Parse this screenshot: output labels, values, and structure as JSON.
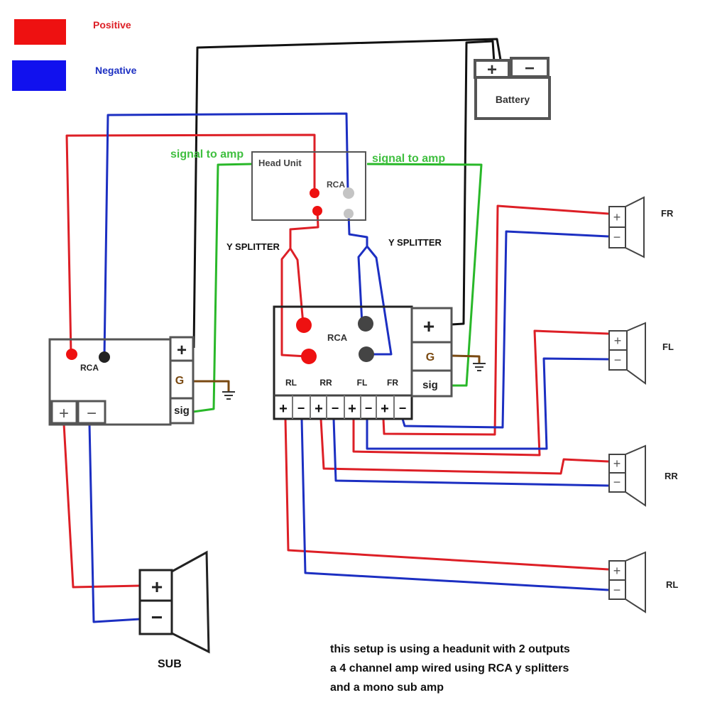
{
  "legend": {
    "positive": {
      "label": "Positive",
      "color": "#ee1111"
    },
    "negative": {
      "label": "Negative",
      "color": "#1111cc"
    }
  },
  "colors": {
    "positive": "#dd1f26",
    "negative": "#1c2fc2",
    "power": "#111111",
    "signal": "#29b829",
    "ground": "#7a4a12",
    "label_signal": "#3fbf3f",
    "box": "#555555",
    "rca_gray": "#c4c4c4"
  },
  "battery": {
    "label": "Battery",
    "plus": "+",
    "minus": "−"
  },
  "head_unit": {
    "label": "Head Unit",
    "rca_label": "RCA"
  },
  "signal_labels": {
    "left": "signal to amp",
    "right": "signal to amp"
  },
  "y_splitter_labels": {
    "left": "Y SPLITTER",
    "right": "Y SPLITTER"
  },
  "mono_amp": {
    "rca_label": "RCA",
    "power_plus": "+",
    "ground": "G",
    "sig": "sig",
    "out_plus": "+",
    "out_minus": "−"
  },
  "four_ch_amp": {
    "rca_label": "RCA",
    "power_plus": "+",
    "ground": "G",
    "sig": "sig",
    "channels": [
      "RL",
      "RR",
      "FL",
      "FR"
    ],
    "terminals": [
      "+",
      "−",
      "+",
      "−",
      "+",
      "−",
      "+",
      "−"
    ]
  },
  "speakers": [
    {
      "label": "FR",
      "plus": "+",
      "minus": "−"
    },
    {
      "label": "FL",
      "plus": "+",
      "minus": "−"
    },
    {
      "label": "RR",
      "plus": "+",
      "minus": "−"
    },
    {
      "label": "RL",
      "plus": "+",
      "minus": "−"
    }
  ],
  "sub": {
    "label": "SUB",
    "plus": "+",
    "minus": "−"
  },
  "note": {
    "lines": [
      "this setup is using a headunit with 2 outputs",
      "a 4 channel amp wired using RCA y splitters",
      "and a mono sub amp"
    ]
  }
}
